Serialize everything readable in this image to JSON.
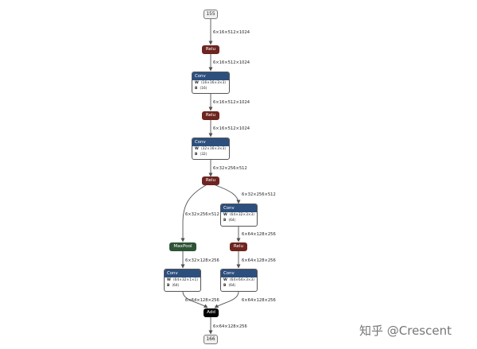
{
  "nodes": {
    "input": {
      "label": "155"
    },
    "relu1": {
      "label": "Relu"
    },
    "conv1": {
      "title": "Conv",
      "w_key": "W",
      "w_val": "⟨16×16×3×3⟩",
      "b_key": "B",
      "b_val": "⟨16⟩"
    },
    "relu2": {
      "label": "Relu"
    },
    "conv2": {
      "title": "Conv",
      "w_key": "W",
      "w_val": "⟨32×16×3×3⟩",
      "b_key": "B",
      "b_val": "⟨32⟩"
    },
    "relu3": {
      "label": "Relu"
    },
    "conv3": {
      "title": "Conv",
      "w_key": "W",
      "w_val": "⟨64×32×3×3⟩",
      "b_key": "B",
      "b_val": "⟨64⟩"
    },
    "relu4": {
      "label": "Relu"
    },
    "maxpool": {
      "label": "MaxPool"
    },
    "conv4": {
      "title": "Conv",
      "w_key": "W",
      "w_val": "⟨64×32×1×1⟩",
      "b_key": "B",
      "b_val": "⟨64⟩"
    },
    "conv5": {
      "title": "Conv",
      "w_key": "W",
      "w_val": "⟨64×64×3×3⟩",
      "b_key": "B",
      "b_val": "⟨64⟩"
    },
    "add": {
      "label": "Add"
    },
    "output": {
      "label": "166"
    }
  },
  "edges": {
    "e1": "6×16×512×1024",
    "e2": "6×16×512×1024",
    "e3": "6×16×512×1024",
    "e4": "6×16×512×1024",
    "e5": "6×32×256×512",
    "e6": "6×32×256×512",
    "e7": "6×32×256×512",
    "e8": "6×64×128×256",
    "e9": "6×32×128×256",
    "e10": "6×64×128×256",
    "e11": "6×64×128×256",
    "e12": "6×64×128×256",
    "e13": "6×64×128×256"
  },
  "watermark": "知乎 @Crescent"
}
